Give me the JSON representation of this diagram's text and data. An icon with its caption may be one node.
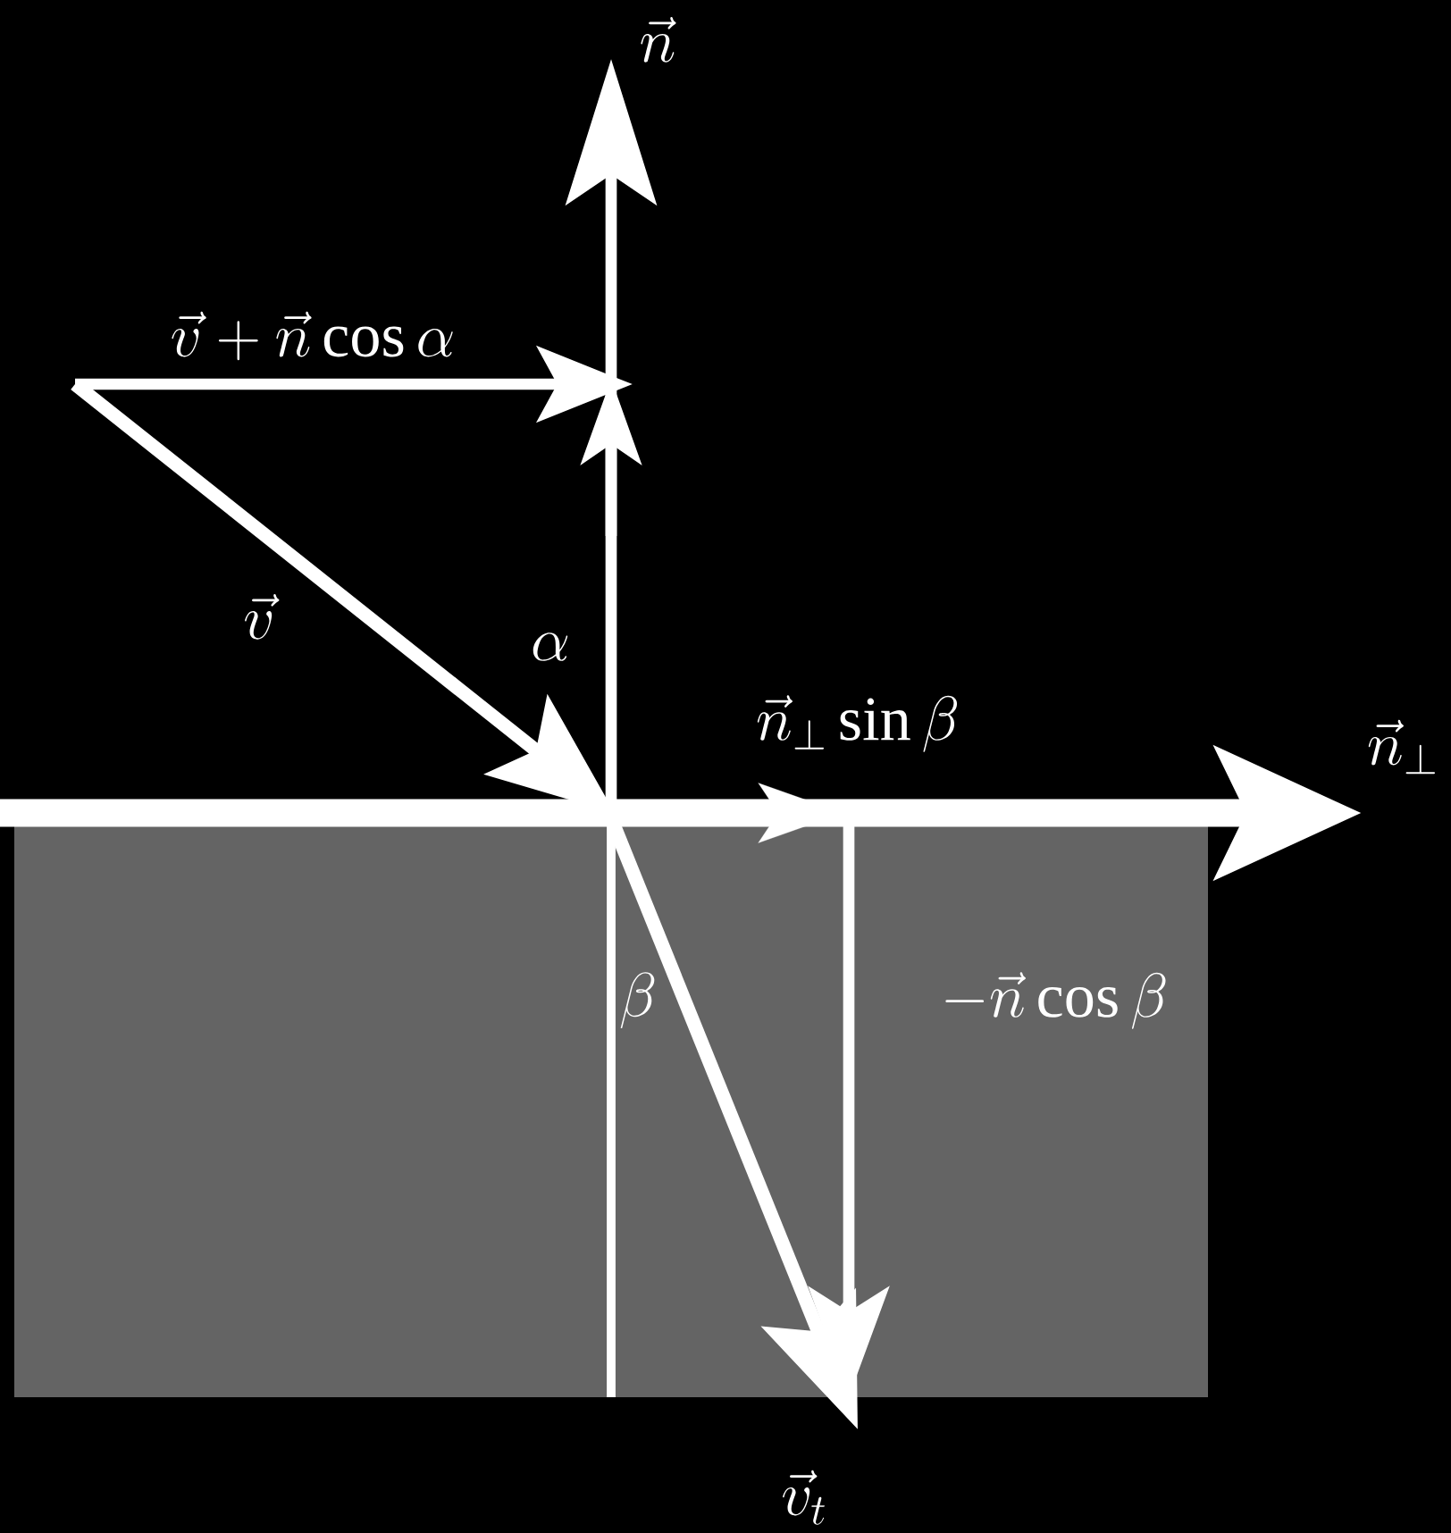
{
  "diagram": {
    "labels": [
      "\\vec{n}",
      "\\vec{v}+\\vec{n}\\cos\\alpha",
      "\\vec{v}",
      "\\alpha",
      "\\vec{n}_\\perp\\sin\\beta",
      "\\vec{n}_\\perp",
      "\\beta",
      "-\\vec{n}\\cos\\beta",
      "\\vec{v}_t"
    ]
  }
}
